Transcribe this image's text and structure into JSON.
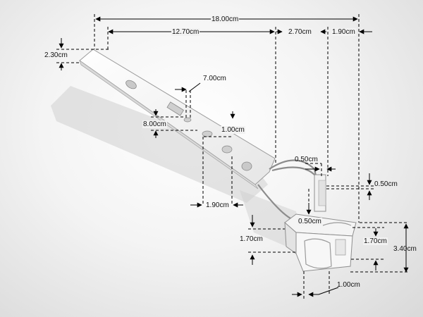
{
  "dimensions": {
    "total_length": "18.00cm",
    "strip_length": "12.70cm",
    "bend_length": "2.70cm",
    "end_length": "1.90cm",
    "strip_width": "2.30cm",
    "slot_width": "7.00cm",
    "slot_height": "8.00cm",
    "hole_spacing": "1.00cm",
    "hole_offset": "1.90cm",
    "wire_gap": "0.50cm",
    "hook_offset": "0.50cm",
    "bracket_inset": "0.50cm",
    "bracket_left_height": "1.70cm",
    "bracket_right_height": "1.70cm",
    "bracket_total_height": "3.40cm",
    "bracket_depth": "1.00cm"
  }
}
